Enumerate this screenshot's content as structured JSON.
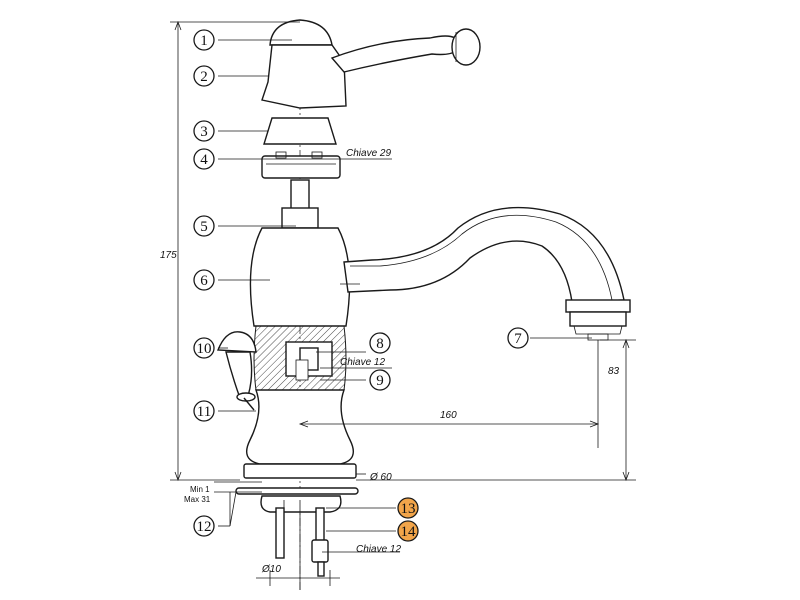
{
  "callouts": [
    {
      "label": "1",
      "highlight": false
    },
    {
      "label": "2",
      "highlight": false
    },
    {
      "label": "3",
      "highlight": false
    },
    {
      "label": "4",
      "highlight": false
    },
    {
      "label": "5",
      "highlight": false
    },
    {
      "label": "6",
      "highlight": false
    },
    {
      "label": "7",
      "highlight": false
    },
    {
      "label": "8",
      "highlight": false
    },
    {
      "label": "9",
      "highlight": false
    },
    {
      "label": "10",
      "highlight": false
    },
    {
      "label": "11",
      "highlight": false
    },
    {
      "label": "12",
      "highlight": false
    },
    {
      "label": "13",
      "highlight": true
    },
    {
      "label": "14",
      "highlight": true
    }
  ],
  "annotations": {
    "chiave_29": "Chiave 29",
    "chiave_12_upper": "Chiave 12",
    "chiave_12_lower": "Chiave 12",
    "height_175": "175",
    "reach_160": "160",
    "height_83": "83",
    "diameter_60": "Ø 60",
    "min": "Min 1",
    "max": "Max 31",
    "diameter_10": "Ø10"
  },
  "colors": {
    "highlight": "#f2a54a",
    "line": "#1a1a1a"
  }
}
